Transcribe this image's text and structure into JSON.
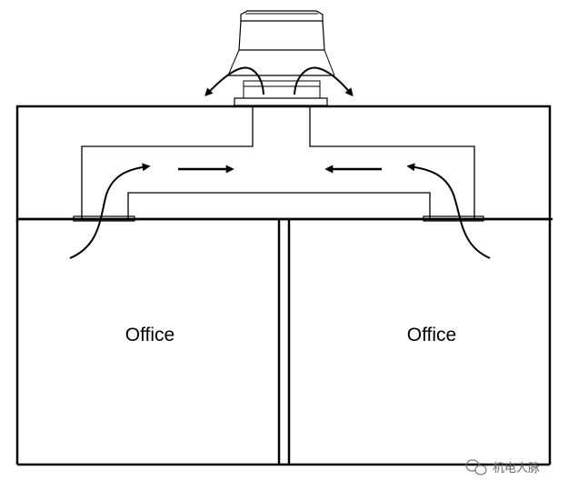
{
  "rooms": [
    {
      "label": "Office"
    },
    {
      "label": "Office"
    }
  ],
  "watermark": "机电人脉",
  "icons": {
    "fan": "roof-exhaust-fan-icon",
    "watermark": "wechat-icon"
  }
}
